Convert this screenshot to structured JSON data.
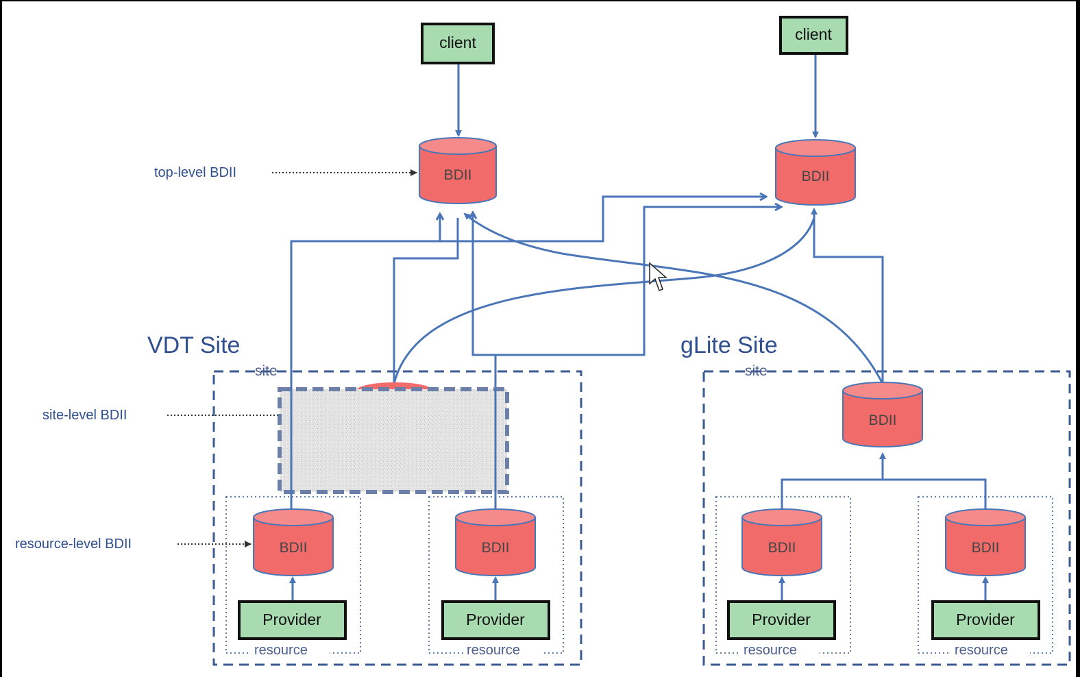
{
  "clients": [
    "client",
    "client"
  ],
  "bdii": "BDII",
  "provider": "Provider",
  "resource": "resource",
  "site": "site",
  "sites": {
    "vdt": "VDT Site",
    "glite": "gLite Site"
  },
  "callouts": {
    "top": "top-level BDII",
    "site": "site-level BDII",
    "resource": "resource-level BDII"
  },
  "colors": {
    "arrow": "#4a76b8",
    "bdii_fill": "#f26b6b",
    "client_fill": "#a8dcb0",
    "provider_fill": "#a8dcb0",
    "site_border": "#3b5a91",
    "label_text": "#2f4f8f"
  }
}
